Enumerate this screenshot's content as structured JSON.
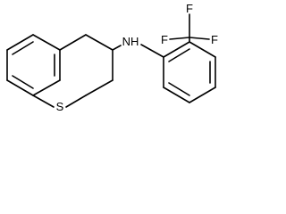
{
  "molecule": {
    "atom_labels": {
      "sulfur": "S",
      "amine": "NH",
      "fluorine_top": "F",
      "fluorine_left": "F",
      "fluorine_right": "F"
    },
    "colors": {
      "bond": "#000000",
      "label": "#000000",
      "background": "#ffffff"
    }
  }
}
